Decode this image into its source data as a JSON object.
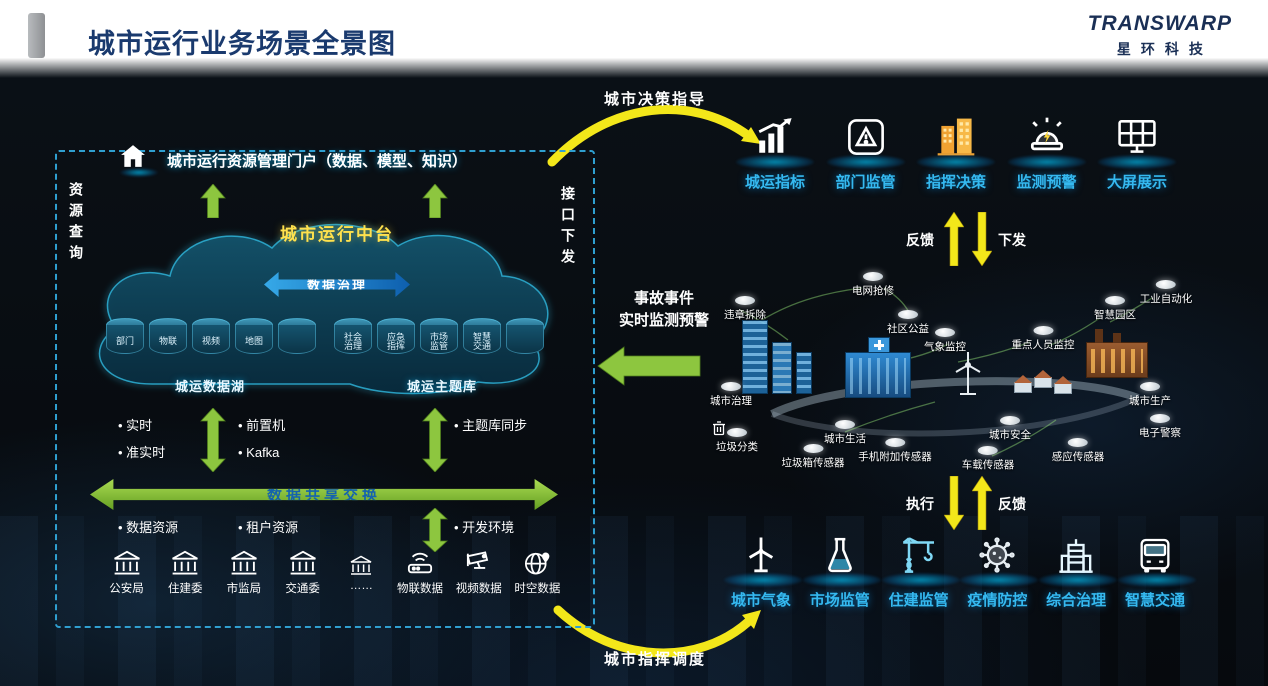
{
  "colors": {
    "title_navy": "#1A3A6E",
    "accent_cyan": "#35B9F0",
    "arrow_green": "#8DC63F",
    "arrow_yellow": "#F3E71A",
    "panel_dash_blue": "#2F9FD0",
    "cloud_teal": "#14566F",
    "highlight_yellow_text": "#FFE14D"
  },
  "header": {
    "title": "城市运行业务场景全景图",
    "brand": "TRANSWARP",
    "brand_cn": "星环科技"
  },
  "left_panel": {
    "query_label": "资源查询",
    "interface_label": "接口下发",
    "portal_title": "城市运行资源管理门户（数据、模型、知识）",
    "cloud": {
      "title": "城市运行中台",
      "governance": "数据治理",
      "lake_label": "城运数据湖",
      "theme_label": "城运主题库",
      "lake_dbs": [
        "部门",
        "物联",
        "视频",
        "地图",
        ""
      ],
      "theme_dbs": [
        "社会治理",
        "应急指挥",
        "市场监管",
        "智慧交通",
        ""
      ]
    },
    "sync_col1": [
      "实时",
      "准实时"
    ],
    "sync_col2": [
      "前置机",
      "Kafka"
    ],
    "sync_col3": [
      "主题库同步"
    ],
    "exchange_label": "数据共享交换",
    "resources": [
      "数据资源",
      "租户资源",
      "开发环境"
    ],
    "sources": [
      {
        "label": "公安局",
        "icon": "bank-icon"
      },
      {
        "label": "住建委",
        "icon": "bank-icon"
      },
      {
        "label": "市监局",
        "icon": "bank-icon"
      },
      {
        "label": "交通委",
        "icon": "bank-icon"
      },
      {
        "label": "……",
        "icon": "bank-icon"
      },
      {
        "label": "物联数据",
        "icon": "iot-router-icon"
      },
      {
        "label": "视频数据",
        "icon": "cctv-camera-icon"
      },
      {
        "label": "时空数据",
        "icon": "geo-globe-icon"
      }
    ]
  },
  "flows": {
    "decision": "城市决策指导",
    "command": "城市指挥调度",
    "feedback_top": "反馈",
    "dispatch": "下发",
    "execute": "执行",
    "feedback_bottom": "反馈",
    "incident_line1": "事故事件",
    "incident_line2": "实时监测预警"
  },
  "top_services": [
    {
      "label": "城运指标",
      "icon": "bar-chart-icon"
    },
    {
      "label": "部门监管",
      "icon": "warning-panel-icon"
    },
    {
      "label": "指挥决策",
      "icon": "command-building-icon"
    },
    {
      "label": "监测预警",
      "icon": "alarm-beacon-icon"
    },
    {
      "label": "大屏展示",
      "icon": "big-screen-icon"
    }
  ],
  "bottom_services": [
    {
      "label": "城市气象",
      "icon": "wind-turbine-icon"
    },
    {
      "label": "市场监管",
      "icon": "flask-icon"
    },
    {
      "label": "住建监管",
      "icon": "tower-crane-icon"
    },
    {
      "label": "疫情防控",
      "icon": "virus-icon"
    },
    {
      "label": "综合治理",
      "icon": "civic-building-icon"
    },
    {
      "label": "智慧交通",
      "icon": "bus-icon"
    }
  ],
  "city_scene": {
    "bubbles": [
      {
        "label": "违章拆除"
      },
      {
        "label": "电网抢修"
      },
      {
        "label": "社区公益"
      },
      {
        "label": "气象监控"
      },
      {
        "label": "重点人员监控"
      },
      {
        "label": "智慧园区"
      },
      {
        "label": "工业自动化"
      },
      {
        "label": "城市治理"
      },
      {
        "label": "城市生活"
      },
      {
        "label": "垃圾分类"
      },
      {
        "label": "垃圾箱传感器"
      },
      {
        "label": "手机附加传感器"
      },
      {
        "label": "车载传感器"
      },
      {
        "label": "城市安全"
      },
      {
        "label": "感应传感器"
      },
      {
        "label": "城市生产"
      },
      {
        "label": "电子警察"
      }
    ]
  }
}
